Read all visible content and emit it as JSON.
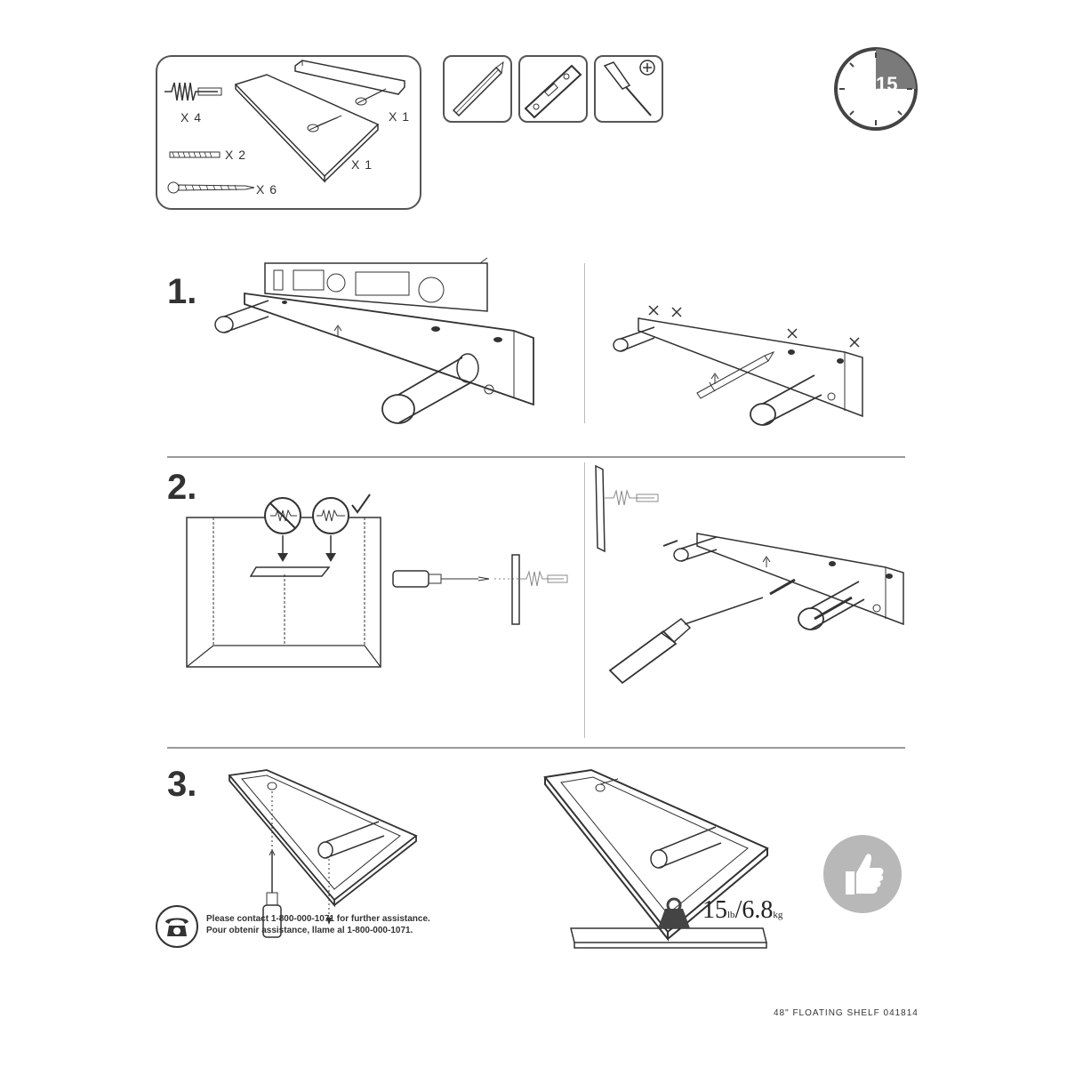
{
  "parts": {
    "anchors_qty": "X 4",
    "bracket_qty": "X 1",
    "shelf_qty": "X 1",
    "dowels_qty": "X 2",
    "screws_qty": "X 6"
  },
  "tools": [
    "pencil-icon",
    "level-icon",
    "phillips-screwdriver-icon"
  ],
  "time": {
    "minutes": "15"
  },
  "steps": {
    "step1": "1.",
    "step2": "2.",
    "step3": "3."
  },
  "footer": {
    "line1": "Please contact 1-800-000-1071 for further assistance.",
    "line2": "Pour obtenir assistance, llame al 1-800-000-1071.",
    "weight": "15 lb/6.8 kg",
    "weight_lb": "15",
    "lb_unit": "lb",
    "weight_kg": "6.8",
    "kg_unit": "kg",
    "model": "48\" FLOATING SHELF 041814"
  },
  "colors": {
    "line": "#333333",
    "gray_badge": "#b8b8b8",
    "divider": "#999999"
  }
}
